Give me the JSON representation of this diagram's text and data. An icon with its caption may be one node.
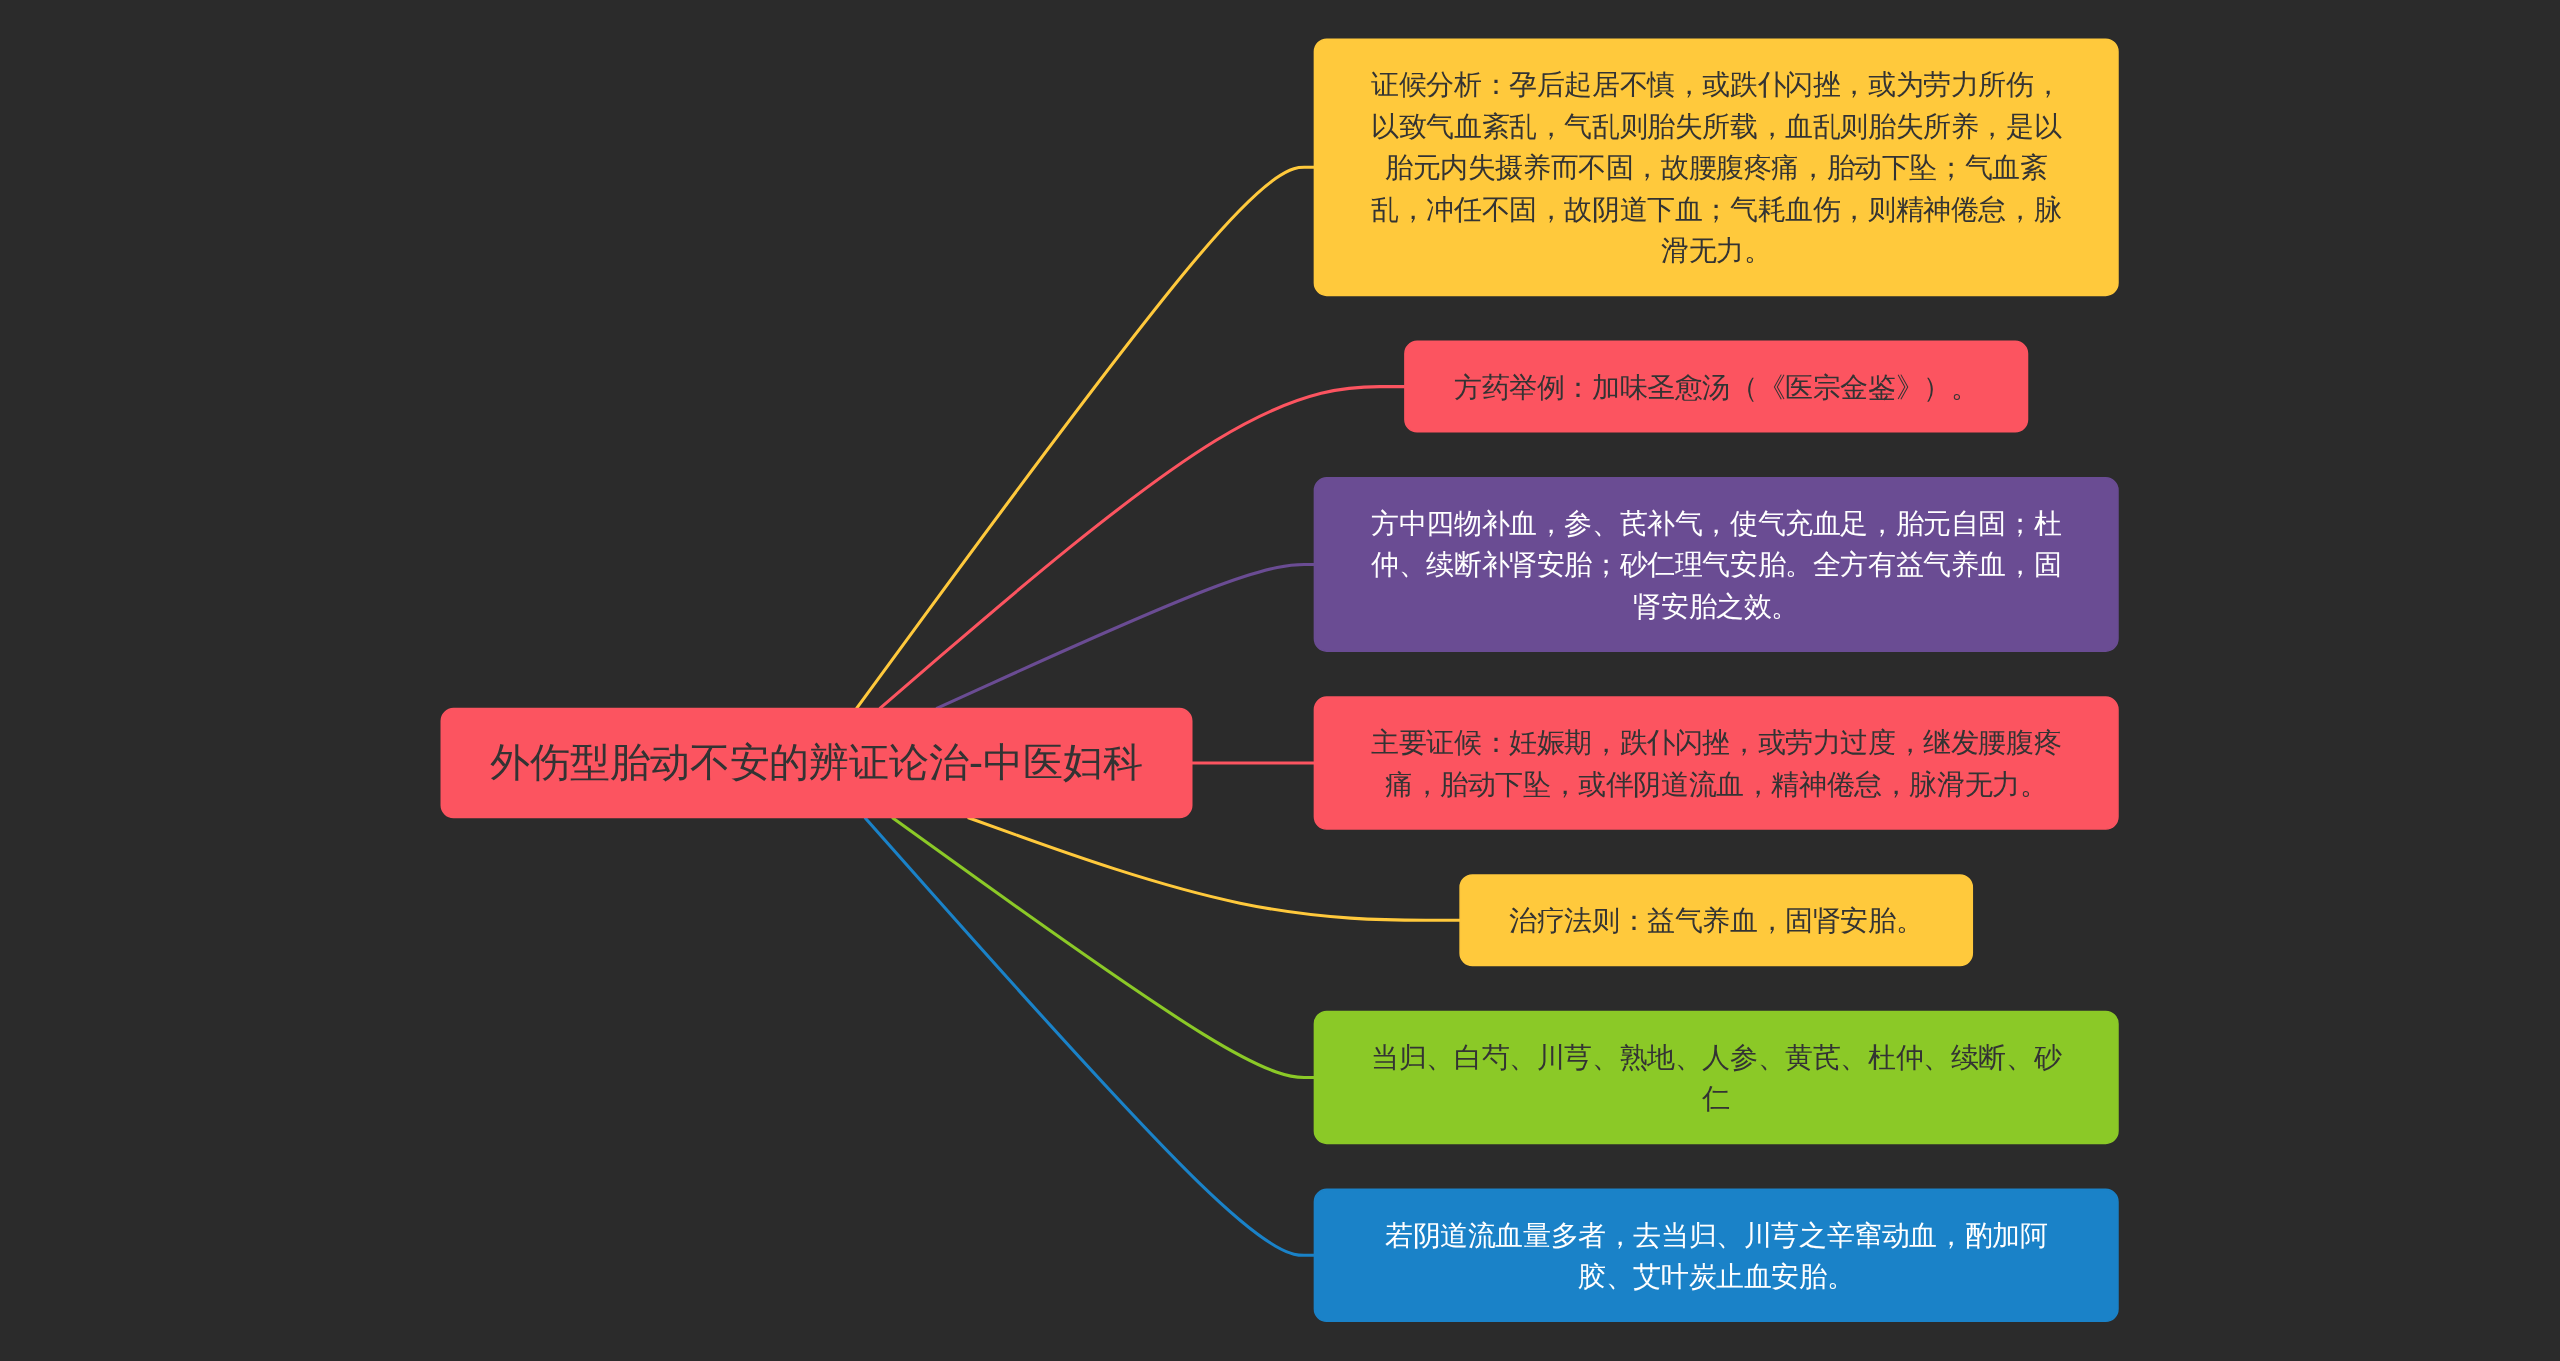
{
  "diagram": {
    "nodes": [
      {
        "text": [
          "外伤型胎动不安的辨证论治-中医妇科"
        ]
      },
      {
        "text": [
          "证候分析：孕后起居不慎，或跌仆闪挫，或为劳力所伤，以致气血紊乱，气乱则胎失所载，血乱则胎失所养，是以胎元内失摄养而不固，故腰腹疼痛，胎动下坠；气血紊乱，冲任不固，故阴道下血；气耗血伤，则精神倦怠，脉滑无力。"
        ]
      },
      {
        "text": [
          "方药举例：加味圣愈汤（《医宗金鉴》）。"
        ]
      },
      {
        "text": [
          "方中四物补血，参、芪补气，使气充血足，胎元自固；杜仲、续断补肾安胎；砂仁理气安胎。全方有益气养血，固肾安胎之效。"
        ]
      },
      {
        "text": [
          "主要证候：妊娠期，跌仆闪挫，或劳力过度，继发腰腹疼痛，胎动下坠，或伴阴道流血，精神倦怠，脉滑无力。"
        ]
      },
      {
        "text": [
          "治疗法则：益气养血，固肾安胎。"
        ]
      },
      {
        "text": [
          "当归、白芍、川芎、熟地、人参、黄芪、杜仲、续断、砂仁"
        ]
      },
      {
        "text": [
          "若阴道流血量多者，去当归、川芎之辛窜动血，酌加阿胶、艾叶炭止血安胎。"
        ]
      }
    ],
    "edges": [
      {
        "from": 0,
        "to": 1,
        "arrow": "none",
        "color": "#ffc93c"
      },
      {
        "from": 0,
        "to": 2,
        "arrow": "none",
        "color": "#fc5460"
      },
      {
        "from": 0,
        "to": 3,
        "arrow": "none",
        "color": "#6a4c93"
      },
      {
        "from": 0,
        "to": 4,
        "arrow": "none",
        "color": "#fc5460"
      },
      {
        "from": 0,
        "to": 5,
        "arrow": "none",
        "color": "#ffc93c"
      },
      {
        "from": 0,
        "to": 6,
        "arrow": "none",
        "color": "#8bc927"
      },
      {
        "from": 0,
        "to": 7,
        "arrow": "none",
        "color": "#1a82c8"
      }
    ]
  }
}
